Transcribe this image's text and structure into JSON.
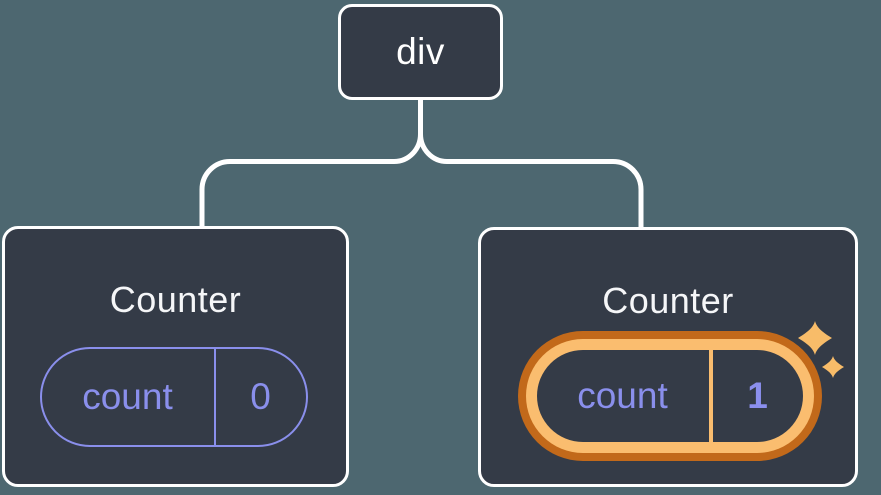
{
  "tree": {
    "root": {
      "label": "div"
    },
    "children": [
      {
        "title": "Counter",
        "state_key": "count",
        "state_value": "0",
        "highlighted": false
      },
      {
        "title": "Counter",
        "state_key": "count",
        "state_value": "1",
        "highlighted": true
      }
    ]
  },
  "colors": {
    "page_background": "#4d6770",
    "node_background": "#343b47",
    "node_border": "#ffffff",
    "connector": "#ffffff",
    "state_accent_purple": "#8a8fec",
    "highlight_ring_outer": "#c2691a",
    "highlight_ring_inner": "#fabd6f",
    "sparkle": "#f8bc69",
    "title_text": "#f5f6f8"
  },
  "icons": {
    "sparkle": "four-point-star"
  }
}
